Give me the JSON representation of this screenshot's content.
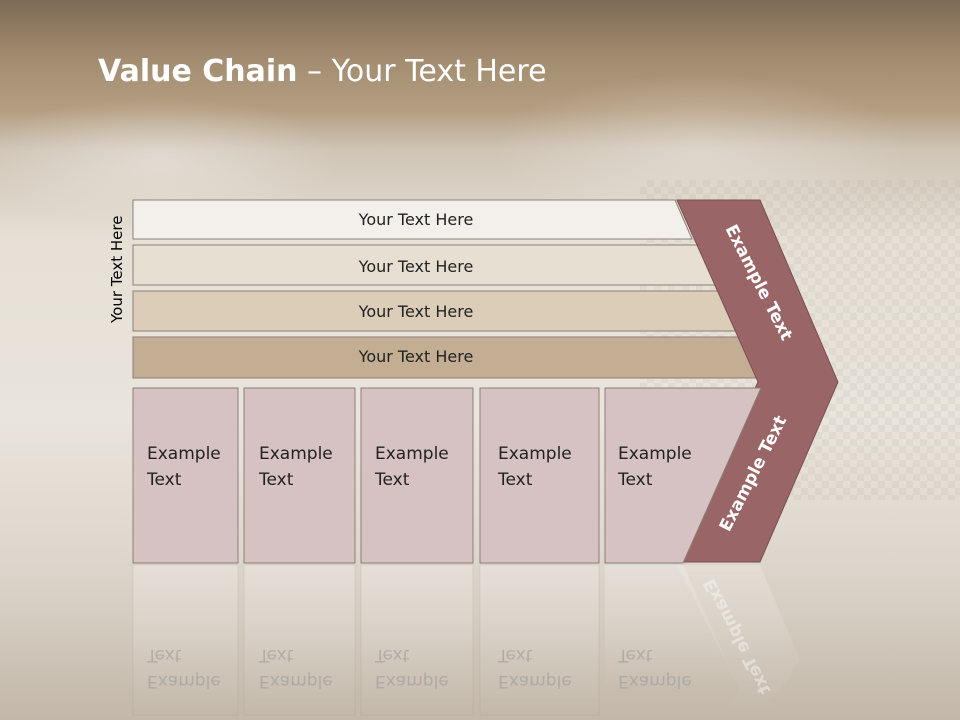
{
  "slide": {
    "title_bold": "Value Chain",
    "title_rest": " – Your Text Here",
    "side_label": "Your Text Here"
  },
  "bars": [
    {
      "label": "Your Text Here",
      "color": "#f3efea"
    },
    {
      "label": "Your Text Here",
      "color": "#e8dfd3"
    },
    {
      "label": "Your Text Here",
      "color": "#dccdb9"
    },
    {
      "label": "Your Text Here",
      "color": "#c3ae93"
    }
  ],
  "boxes": [
    {
      "line1": "Example",
      "line2": "Text"
    },
    {
      "line1": "Example",
      "line2": "Text"
    },
    {
      "line1": "Example",
      "line2": "Text"
    },
    {
      "line1": "Example",
      "line2": "Text"
    },
    {
      "line1": "Example",
      "line2": "Text"
    }
  ],
  "chevron": {
    "upper_label": "Example Text",
    "lower_label": "Example Text",
    "color": "#9a6566"
  },
  "colors": {
    "box_fill": "#d6c2c3",
    "box_stroke": "#8c7f76"
  }
}
